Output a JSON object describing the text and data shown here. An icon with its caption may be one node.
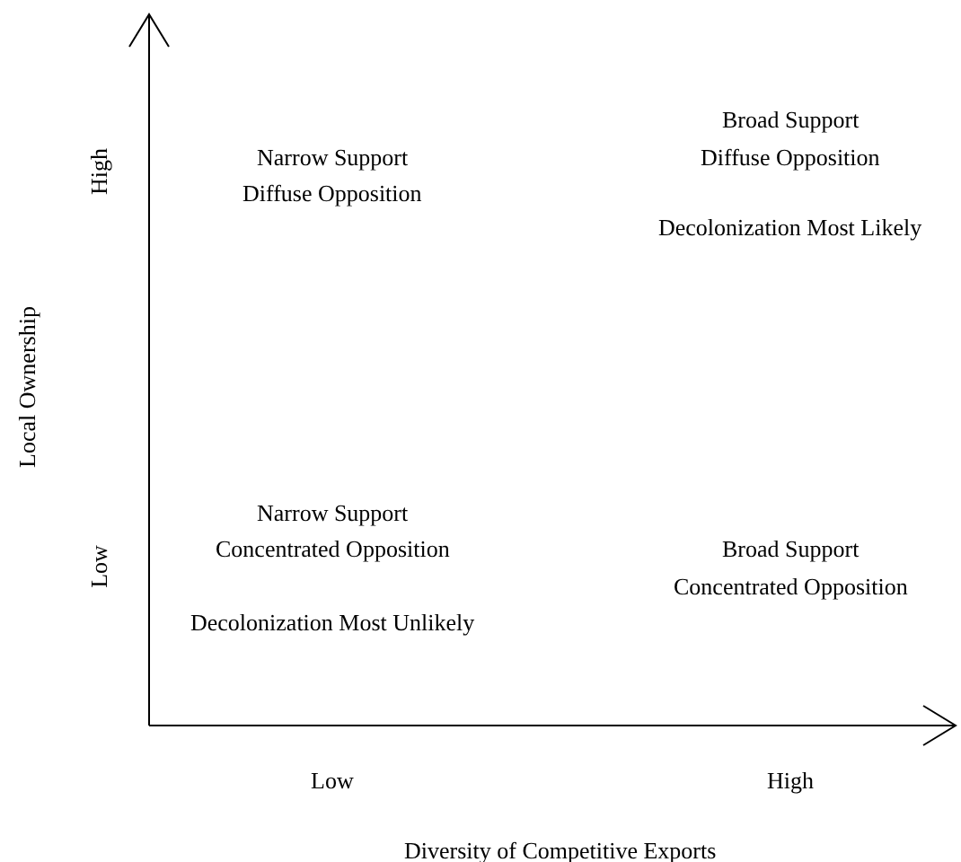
{
  "diagram": {
    "labels": [
      "Broad Support",
      "High",
      "Narrow Support",
      "Diffuse Opposition",
      "Diffuse Opposition",
      "Decolonization Most Likely",
      "Local Ownership",
      "Narrow Support",
      "Low",
      "Concentrated Opposition",
      "Broad Support",
      "Concentrated Opposition",
      "Decolonization Most Unlikely",
      "Low",
      "High",
      "Diversity of Competitive Exports"
    ]
  }
}
